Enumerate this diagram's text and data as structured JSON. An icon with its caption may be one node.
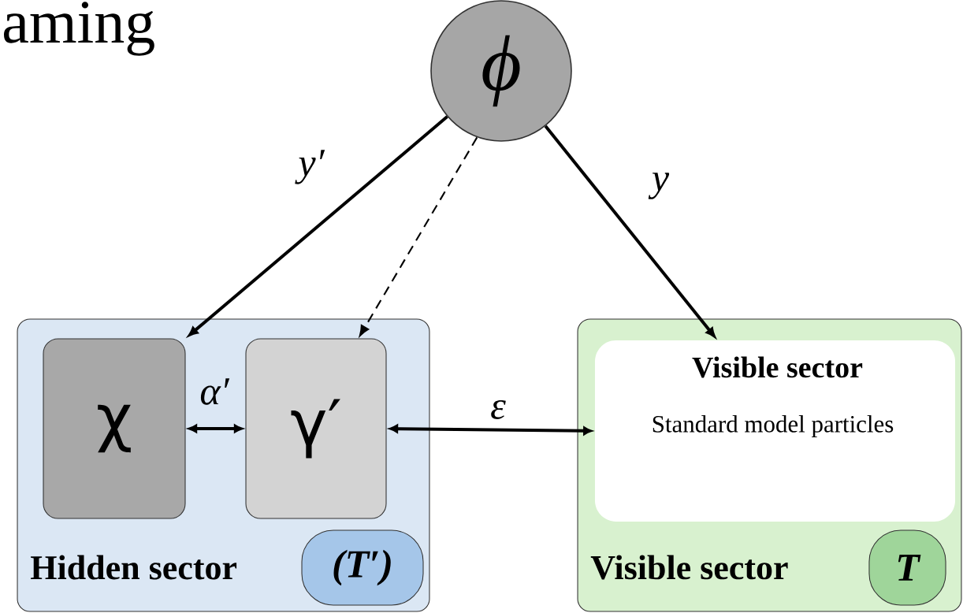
{
  "diagram": {
    "nodes": [
      {
        "text": [
          "ϕ"
        ]
      },
      {
        "text": [
          "Hidden sector"
        ]
      },
      {
        "text": [
          "χ"
        ],
        "in": 1
      },
      {
        "text": [
          "γ′"
        ],
        "in": 1
      },
      {
        "text": [
          "(T′)"
        ],
        "in": 1
      },
      {
        "text": [
          "Visible sector"
        ]
      },
      {
        "text": [
          "Visible sector",
          "Standard model particles"
        ],
        "in": 5
      },
      {
        "text": [
          "T"
        ],
        "in": 5
      }
    ],
    "edges": [
      {
        "from": 0,
        "to": 2,
        "arrow": "to",
        "label": "y′"
      },
      {
        "from": 0,
        "to": 3,
        "arrow": "to",
        "style": "dashed"
      },
      {
        "from": 0,
        "to": 6,
        "arrow": "to",
        "label": "y"
      },
      {
        "from": 2,
        "to": 3,
        "arrow": "both",
        "label": "α′"
      },
      {
        "from": 3,
        "to": 6,
        "arrow": "both",
        "label": "ε"
      }
    ],
    "labels": [
      "aming"
    ]
  }
}
